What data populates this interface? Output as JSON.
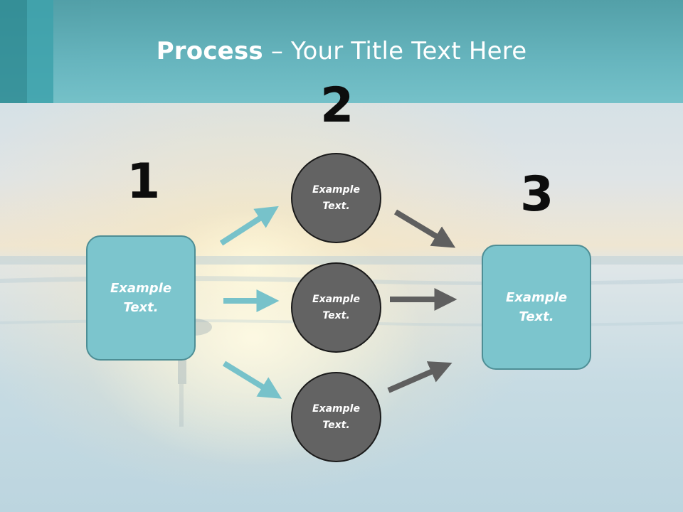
{
  "title": {
    "bold": "Process",
    "rest": " – Your Title Text Here"
  },
  "steps": {
    "one": "1",
    "two": "2",
    "three": "3"
  },
  "left_box": {
    "text": "Example Text."
  },
  "right_box": {
    "text": "Example Text."
  },
  "circles": [
    {
      "text": "Example Text."
    },
    {
      "text": "Example Text."
    },
    {
      "text": "Example Text."
    }
  ],
  "colors": {
    "teal_box": "#7cc5cd",
    "teal_arrow": "#77c2ca",
    "grey_circle": "#636363",
    "grey_arrow": "#5f5f5f",
    "title_bar": "#64b4bd"
  }
}
